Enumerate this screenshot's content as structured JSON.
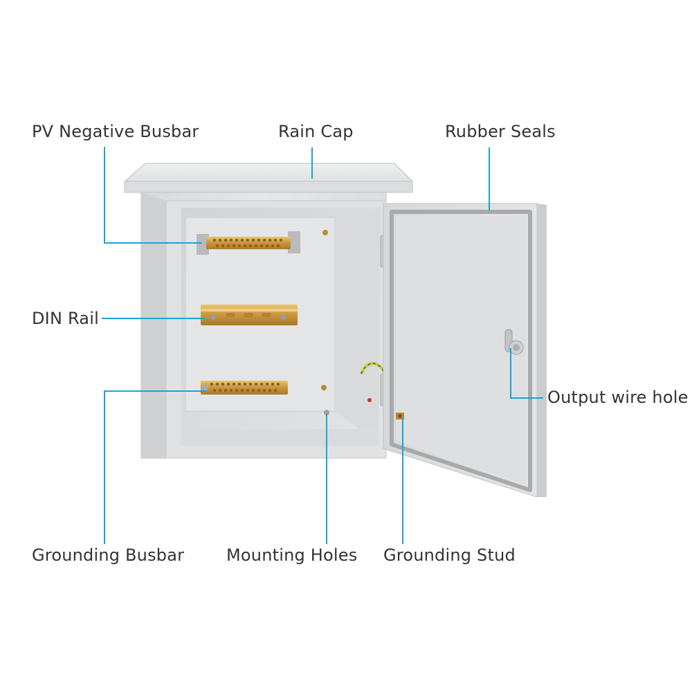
{
  "colors": {
    "leader": "#1aa3d9",
    "label_text": "#333333",
    "enclosure": "#e2e3e4",
    "brass": "#d4a94f"
  },
  "labels": {
    "pv_negative_busbar": "PV Negative Busbar",
    "rain_cap": "Rain Cap",
    "rubber_seals": "Rubber Seals",
    "din_rail": "DIN Rail",
    "output_wire_hole": "Output wire hole",
    "grounding_busbar": "Grounding Busbar",
    "mounting_holes": "Mounting Holes",
    "grounding_stud": "Grounding Stud"
  }
}
